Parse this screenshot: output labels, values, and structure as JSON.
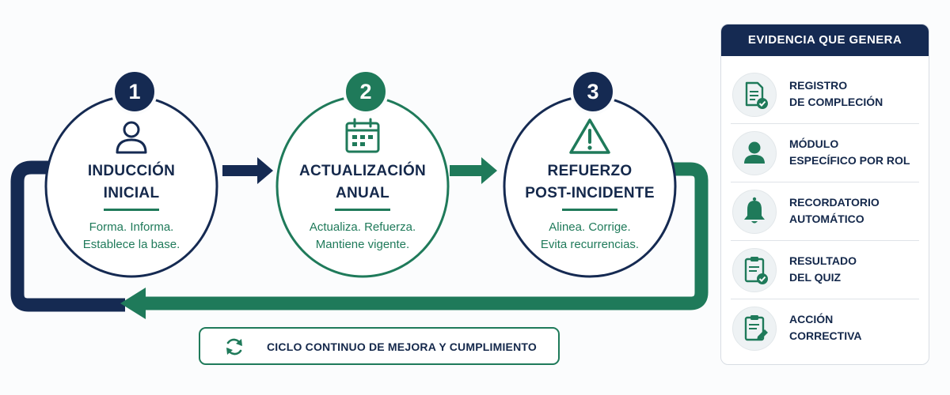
{
  "colors": {
    "navy": "#152a52",
    "green": "#1f7a5a",
    "light_green": "#2f8a66"
  },
  "steps": [
    {
      "number": "1",
      "title_line1": "INDUCCIÓN",
      "title_line2": "INICIAL",
      "desc_line1": "Forma. Informa.",
      "desc_line2": "Establece la base.",
      "icon": "person-icon"
    },
    {
      "number": "2",
      "title_line1": "ACTUALIZACIÓN",
      "title_line2": "ANUAL",
      "desc_line1": "Actualiza. Refuerza.",
      "desc_line2": "Mantiene vigente.",
      "icon": "calendar-icon"
    },
    {
      "number": "3",
      "title_line1": "REFUERZO",
      "title_line2": "POST-INCIDENTE",
      "desc_line1": "Alinea. Corrige.",
      "desc_line2": "Evita recurrencias.",
      "icon": "warning-icon"
    }
  ],
  "banner": {
    "label": "CICLO CONTINUO DE MEJORA Y CUMPLIMIENTO",
    "icon": "refresh-cycle-icon"
  },
  "evidence": {
    "title": "EVIDENCIA QUE GENERA",
    "items": [
      {
        "line1": "REGISTRO",
        "line2": "DE COMPLECIÓN",
        "icon": "document-check-icon"
      },
      {
        "line1": "MÓDULO",
        "line2": "ESPECÍFICO POR ROL",
        "icon": "user-icon"
      },
      {
        "line1": "RECORDATORIO",
        "line2": "AUTOMÁTICO",
        "icon": "bell-icon"
      },
      {
        "line1": "RESULTADO",
        "line2": "DEL QUIZ",
        "icon": "clipboard-check-icon"
      },
      {
        "line1": "ACCIÓN",
        "line2": "CORRECTIVA",
        "icon": "clipboard-edit-icon"
      }
    ]
  }
}
